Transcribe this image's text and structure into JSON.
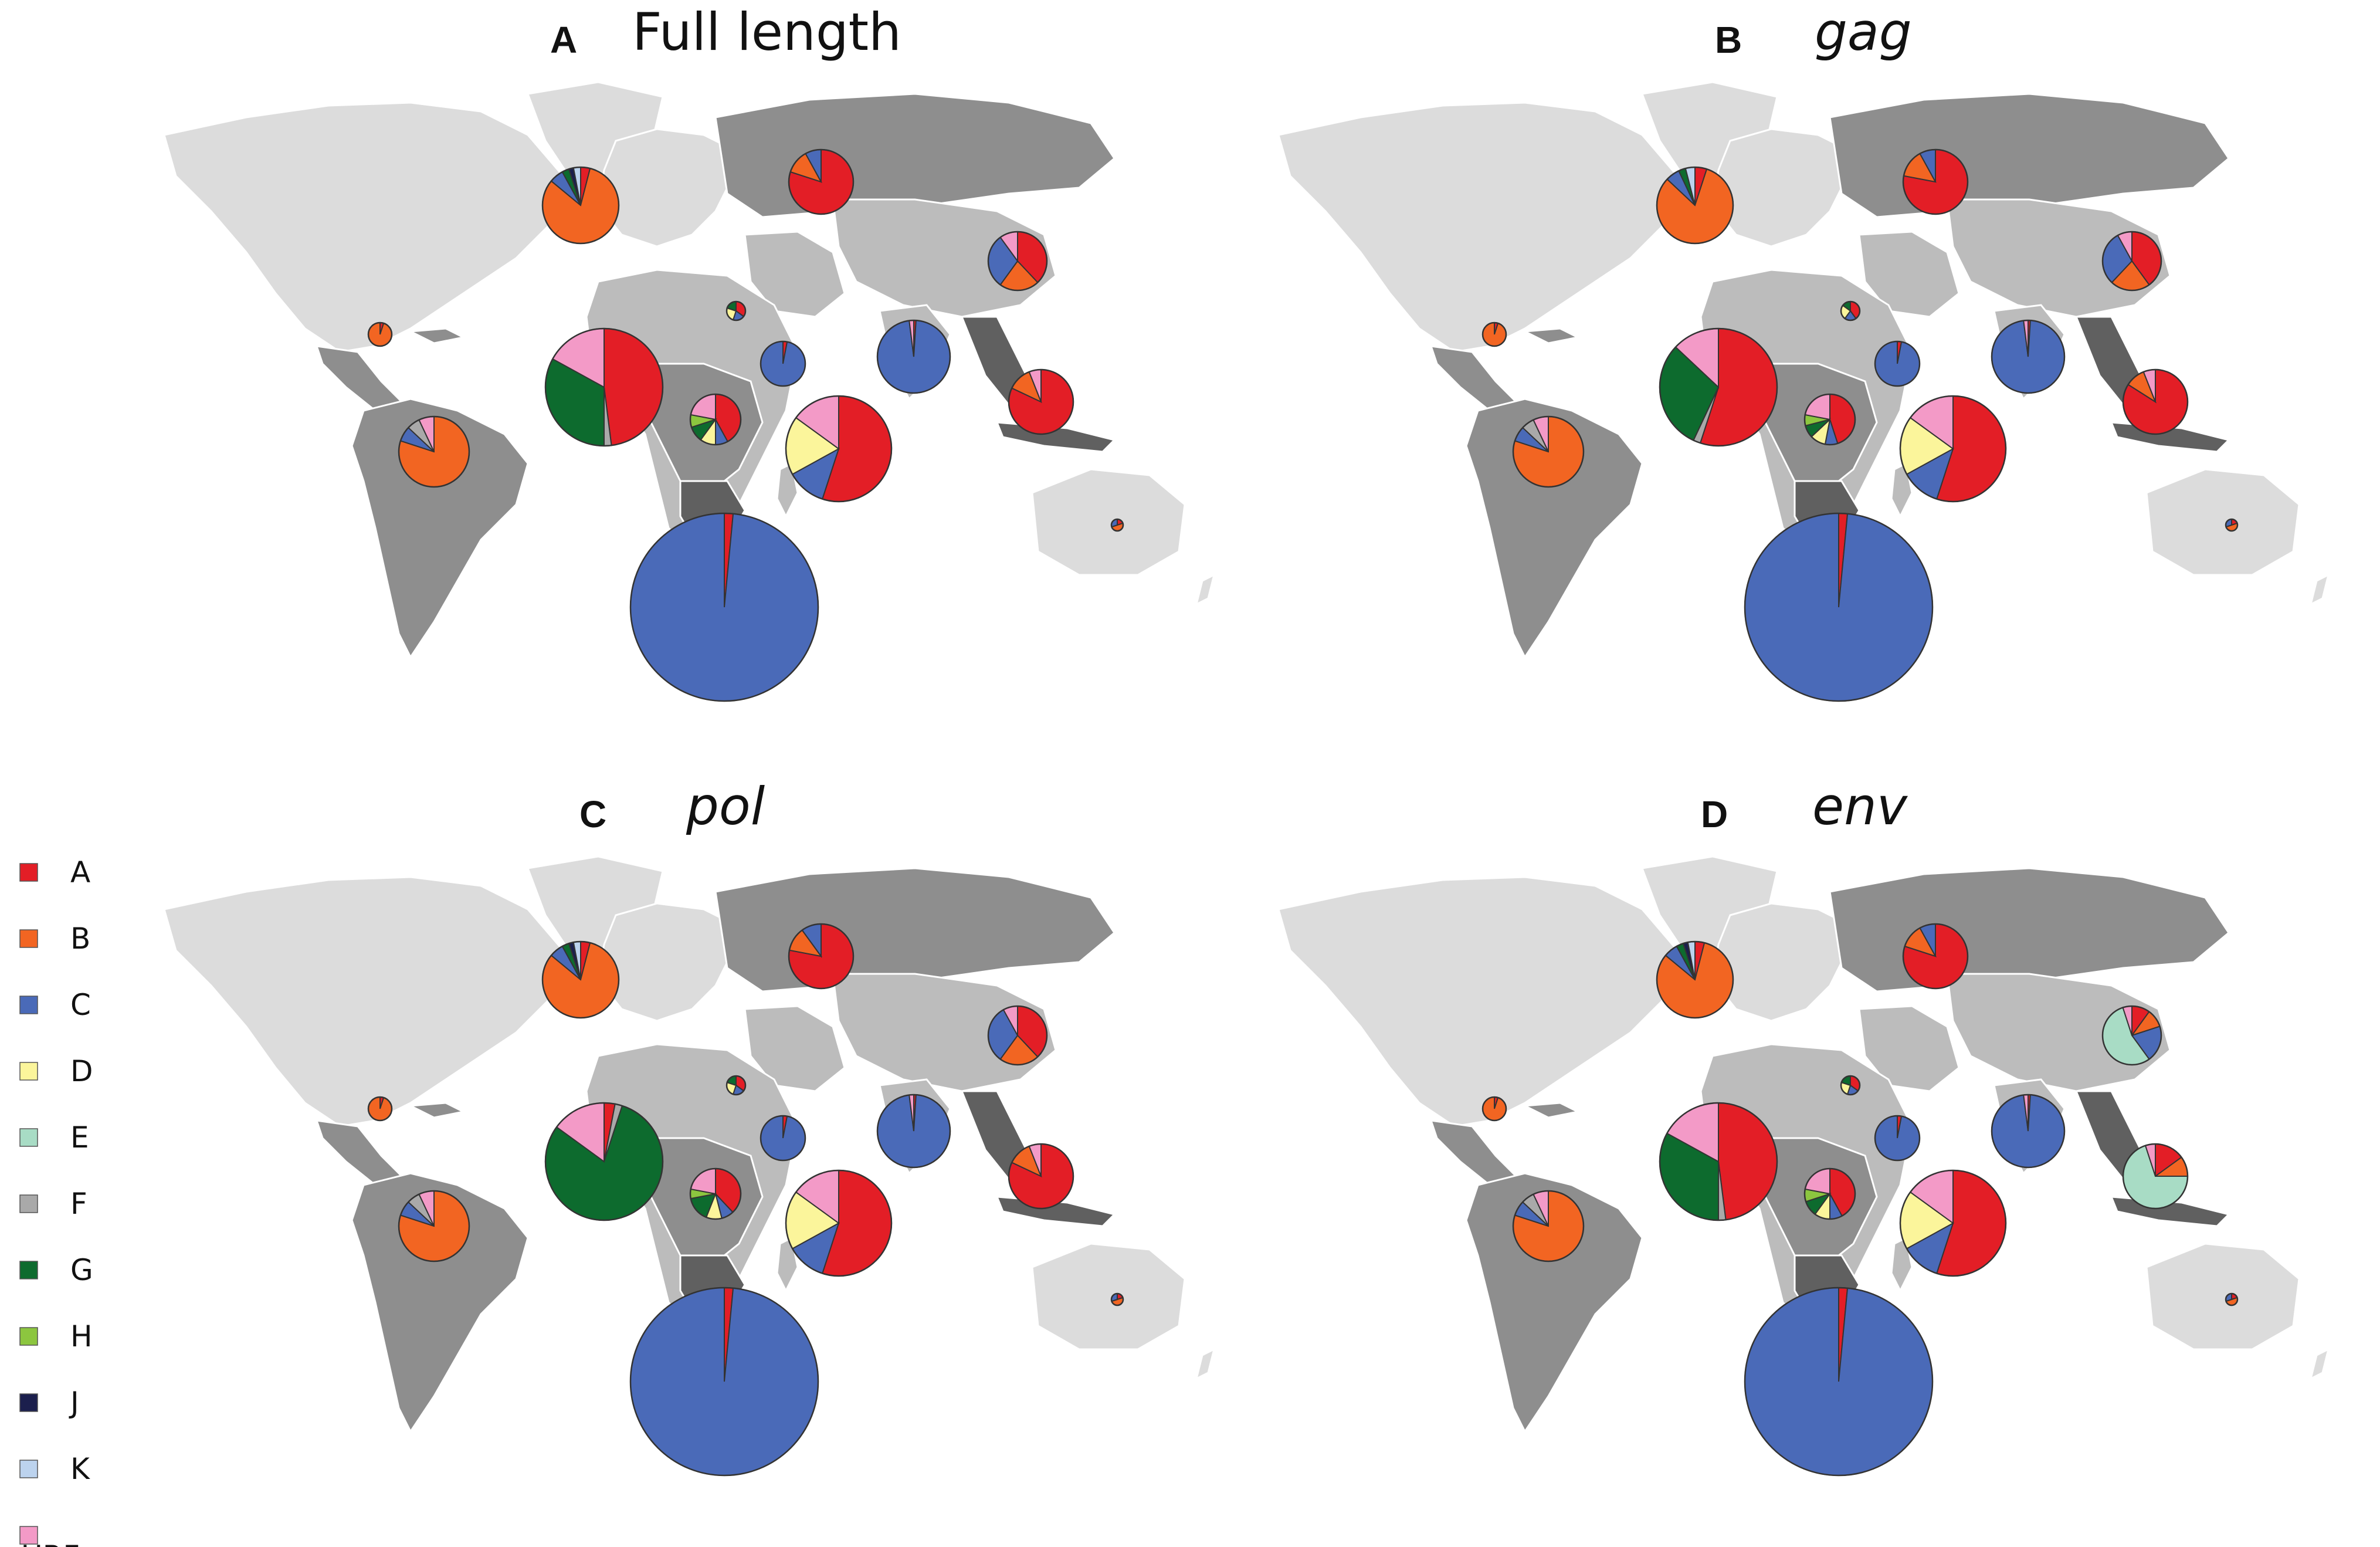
{
  "legend": {
    "items": [
      {
        "key": "A",
        "label": "A",
        "color": "#e31e26"
      },
      {
        "key": "B",
        "label": "B",
        "color": "#f26522"
      },
      {
        "key": "C",
        "label": "C",
        "color": "#4a6ab8"
      },
      {
        "key": "D",
        "label": "D",
        "color": "#fbf59b"
      },
      {
        "key": "E",
        "label": "E",
        "color": "#a8dcc5"
      },
      {
        "key": "F",
        "label": "F",
        "color": "#a9a9a9"
      },
      {
        "key": "G",
        "label": "G",
        "color": "#0d6b2e"
      },
      {
        "key": "H",
        "label": "H",
        "color": "#8cc63f"
      },
      {
        "key": "J",
        "label": "J",
        "color": "#1b1f4d"
      },
      {
        "key": "K",
        "label": "K",
        "color": "#bcd3ee"
      },
      {
        "key": "URFs",
        "label": "URFs",
        "color": "#f39ac7"
      }
    ]
  },
  "panels": [
    {
      "id": "A",
      "letter": "A",
      "title": "Full length",
      "italic": false,
      "pies": [
        {
          "region": "western-europe",
          "shares": {
            "B": 0.82,
            "C": 0.06,
            "A": 0.04,
            "G": 0.03,
            "J": 0.02,
            "K": 0.03
          }
        },
        {
          "region": "russia",
          "shares": {
            "A": 0.8,
            "B": 0.12,
            "C": 0.08
          }
        },
        {
          "region": "east-asia",
          "shares": {
            "A": 0.38,
            "B": 0.22,
            "C": 0.3,
            "URFs": 0.1
          }
        },
        {
          "region": "caribbean",
          "shares": {
            "B": 0.95,
            "A": 0.05
          }
        },
        {
          "region": "north-africa",
          "shares": {
            "A": 0.35,
            "D": 0.25,
            "G": 0.2,
            "C": 0.2
          }
        },
        {
          "region": "west-africa",
          "shares": {
            "A": 0.48,
            "G": 0.33,
            "F": 0.02,
            "URFs": 0.17
          }
        },
        {
          "region": "central-africa",
          "shares": {
            "A": 0.42,
            "C": 0.08,
            "D": 0.1,
            "G": 0.1,
            "H": 0.08,
            "URFs": 0.22
          }
        },
        {
          "region": "horn-africa",
          "shares": {
            "C": 0.97,
            "A": 0.03
          }
        },
        {
          "region": "india",
          "shares": {
            "C": 0.97,
            "A": 0.01,
            "URFs": 0.02
          }
        },
        {
          "region": "southeast-asia",
          "shares": {
            "A": 0.82,
            "B": 0.12,
            "URFs": 0.06
          }
        },
        {
          "region": "south-america",
          "shares": {
            "B": 0.8,
            "C": 0.07,
            "F": 0.06,
            "URFs": 0.07
          }
        },
        {
          "region": "east-africa",
          "shares": {
            "A": 0.55,
            "C": 0.12,
            "D": 0.18,
            "URFs": 0.15
          }
        },
        {
          "region": "southern-africa",
          "shares": {
            "C": 0.985,
            "A": 0.015
          }
        },
        {
          "region": "australia",
          "shares": {
            "B": 0.5,
            "C": 0.3,
            "A": 0.2
          }
        }
      ]
    },
    {
      "id": "B",
      "letter": "B",
      "title": "gag",
      "italic": true,
      "pies": [
        {
          "region": "western-europe",
          "shares": {
            "B": 0.82,
            "C": 0.06,
            "A": 0.05,
            "G": 0.03,
            "K": 0.04
          }
        },
        {
          "region": "russia",
          "shares": {
            "A": 0.78,
            "B": 0.14,
            "C": 0.08
          }
        },
        {
          "region": "east-asia",
          "shares": {
            "A": 0.4,
            "B": 0.22,
            "C": 0.3,
            "URFs": 0.08
          }
        },
        {
          "region": "caribbean",
          "shares": {
            "B": 0.95,
            "A": 0.05
          }
        },
        {
          "region": "north-africa",
          "shares": {
            "A": 0.4,
            "D": 0.25,
            "G": 0.15,
            "C": 0.2
          }
        },
        {
          "region": "west-africa",
          "shares": {
            "A": 0.55,
            "G": 0.3,
            "F": 0.02,
            "URFs": 0.13
          }
        },
        {
          "region": "central-africa",
          "shares": {
            "A": 0.45,
            "C": 0.08,
            "D": 0.1,
            "G": 0.08,
            "H": 0.07,
            "URFs": 0.22
          }
        },
        {
          "region": "horn-africa",
          "shares": {
            "C": 0.97,
            "A": 0.03
          }
        },
        {
          "region": "india",
          "shares": {
            "C": 0.97,
            "A": 0.01,
            "URFs": 0.02
          }
        },
        {
          "region": "southeast-asia",
          "shares": {
            "A": 0.84,
            "B": 0.1,
            "URFs": 0.06
          }
        },
        {
          "region": "south-america",
          "shares": {
            "B": 0.8,
            "C": 0.07,
            "F": 0.06,
            "URFs": 0.07
          }
        },
        {
          "region": "east-africa",
          "shares": {
            "A": 0.55,
            "C": 0.12,
            "D": 0.18,
            "URFs": 0.15
          }
        },
        {
          "region": "southern-africa",
          "shares": {
            "C": 0.985,
            "A": 0.015
          }
        },
        {
          "region": "australia",
          "shares": {
            "B": 0.5,
            "C": 0.3,
            "A": 0.2
          }
        }
      ]
    },
    {
      "id": "C",
      "letter": "C",
      "title": "pol",
      "italic": true,
      "pies": [
        {
          "region": "western-europe",
          "shares": {
            "B": 0.82,
            "C": 0.06,
            "A": 0.04,
            "G": 0.03,
            "J": 0.02,
            "K": 0.03
          }
        },
        {
          "region": "russia",
          "shares": {
            "A": 0.78,
            "B": 0.12,
            "C": 0.1
          }
        },
        {
          "region": "east-asia",
          "shares": {
            "A": 0.38,
            "B": 0.22,
            "C": 0.32,
            "URFs": 0.08
          }
        },
        {
          "region": "caribbean",
          "shares": {
            "B": 0.95,
            "A": 0.05
          }
        },
        {
          "region": "north-africa",
          "shares": {
            "A": 0.35,
            "D": 0.25,
            "G": 0.2,
            "C": 0.2
          }
        },
        {
          "region": "west-africa",
          "shares": {
            "G": 0.8,
            "F": 0.02,
            "URFs": 0.15,
            "A": 0.03
          }
        },
        {
          "region": "central-africa",
          "shares": {
            "A": 0.38,
            "C": 0.08,
            "D": 0.1,
            "G": 0.16,
            "H": 0.06,
            "URFs": 0.22
          }
        },
        {
          "region": "horn-africa",
          "shares": {
            "C": 0.97,
            "A": 0.03
          }
        },
        {
          "region": "india",
          "shares": {
            "C": 0.97,
            "A": 0.01,
            "URFs": 0.02
          }
        },
        {
          "region": "southeast-asia",
          "shares": {
            "A": 0.82,
            "B": 0.12,
            "URFs": 0.06
          }
        },
        {
          "region": "south-america",
          "shares": {
            "B": 0.8,
            "C": 0.07,
            "F": 0.06,
            "URFs": 0.07
          }
        },
        {
          "region": "east-africa",
          "shares": {
            "A": 0.55,
            "C": 0.12,
            "D": 0.18,
            "URFs": 0.15
          }
        },
        {
          "region": "southern-africa",
          "shares": {
            "C": 0.985,
            "A": 0.015
          }
        },
        {
          "region": "australia",
          "shares": {
            "B": 0.5,
            "C": 0.3,
            "A": 0.2
          }
        }
      ]
    },
    {
      "id": "D",
      "letter": "D",
      "title": "env",
      "italic": true,
      "pies": [
        {
          "region": "western-europe",
          "shares": {
            "B": 0.82,
            "C": 0.06,
            "A": 0.04,
            "G": 0.03,
            "J": 0.02,
            "K": 0.03
          }
        },
        {
          "region": "russia",
          "shares": {
            "A": 0.8,
            "B": 0.12,
            "C": 0.08
          }
        },
        {
          "region": "east-asia",
          "shares": {
            "E": 0.55,
            "C": 0.2,
            "B": 0.1,
            "A": 0.1,
            "URFs": 0.05
          }
        },
        {
          "region": "caribbean",
          "shares": {
            "B": 0.95,
            "A": 0.05
          }
        },
        {
          "region": "north-africa",
          "shares": {
            "A": 0.35,
            "D": 0.25,
            "G": 0.2,
            "C": 0.2
          }
        },
        {
          "region": "west-africa",
          "shares": {
            "A": 0.48,
            "G": 0.33,
            "F": 0.02,
            "URFs": 0.17
          }
        },
        {
          "region": "central-africa",
          "shares": {
            "A": 0.42,
            "C": 0.08,
            "D": 0.1,
            "G": 0.1,
            "H": 0.08,
            "URFs": 0.22
          }
        },
        {
          "region": "horn-africa",
          "shares": {
            "C": 0.97,
            "A": 0.03
          }
        },
        {
          "region": "india",
          "shares": {
            "C": 0.97,
            "A": 0.01,
            "URFs": 0.02
          }
        },
        {
          "region": "southeast-asia",
          "shares": {
            "E": 0.7,
            "A": 0.15,
            "B": 0.1,
            "URFs": 0.05
          }
        },
        {
          "region": "south-america",
          "shares": {
            "B": 0.8,
            "C": 0.07,
            "F": 0.06,
            "URFs": 0.07
          }
        },
        {
          "region": "east-africa",
          "shares": {
            "A": 0.55,
            "C": 0.12,
            "D": 0.18,
            "URFs": 0.15
          }
        },
        {
          "region": "southern-africa",
          "shares": {
            "C": 0.985,
            "A": 0.015
          }
        },
        {
          "region": "australia",
          "shares": {
            "B": 0.5,
            "C": 0.3,
            "A": 0.2
          }
        }
      ]
    }
  ]
}
